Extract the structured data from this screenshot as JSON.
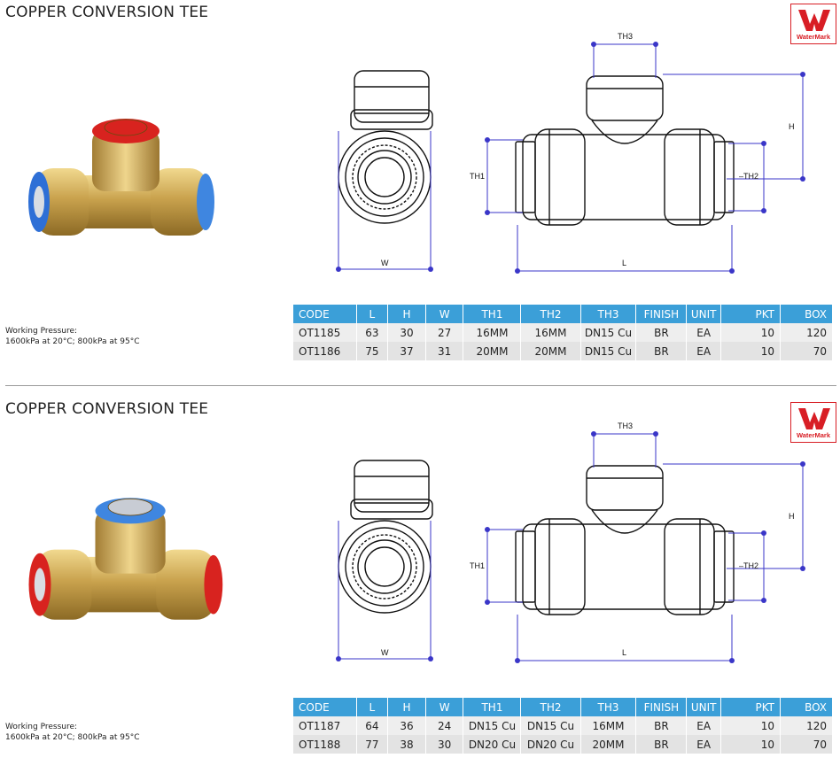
{
  "sections": [
    {
      "title": "COPPER CONVERSION TEE",
      "logo_text": "WaterMark",
      "pressure_label": "Working Pressure:",
      "pressure_value": "1600kPa at 20°C; 800kPa at 95°C",
      "dimension_labels": {
        "th3": "TH3",
        "h": "H",
        "th1": "TH1",
        "th2": "TH2",
        "w": "W",
        "l": "L"
      },
      "photo_colors": {
        "top_ring": "#d8231f",
        "left_ring": "#2e6fd6",
        "right_ring": "#3f86e0"
      },
      "columns": [
        "CODE",
        "L",
        "H",
        "W",
        "TH1",
        "TH2",
        "TH3",
        "FINISH",
        "UNIT",
        "PKT",
        "BOX"
      ],
      "rows": [
        [
          "OT1185",
          "63",
          "30",
          "27",
          "16MM",
          "16MM",
          "DN15 Cu",
          "BR",
          "EA",
          "10",
          "120"
        ],
        [
          "OT1186",
          "75",
          "37",
          "31",
          "20MM",
          "20MM",
          "DN15 Cu",
          "BR",
          "EA",
          "10",
          "70"
        ]
      ]
    },
    {
      "title": "COPPER CONVERSION TEE",
      "logo_text": "WaterMark",
      "pressure_label": "Working Pressure:",
      "pressure_value": "1600kPa at 20°C; 800kPa at 95°C",
      "dimension_labels": {
        "th3": "TH3",
        "h": "H",
        "th1": "TH1",
        "th2": "TH2",
        "w": "W",
        "l": "L"
      },
      "photo_colors": {
        "top_ring": "#3f86e0",
        "left_ring": "#d8231f",
        "right_ring": "#d8231f"
      },
      "columns": [
        "CODE",
        "L",
        "H",
        "W",
        "TH1",
        "TH2",
        "TH3",
        "FINISH",
        "UNIT",
        "PKT",
        "BOX"
      ],
      "rows": [
        [
          "OT1187",
          "64",
          "36",
          "24",
          "DN15 Cu",
          "DN15 Cu",
          "16MM",
          "BR",
          "EA",
          "10",
          "120"
        ],
        [
          "OT1188",
          "77",
          "38",
          "30",
          "DN20 Cu",
          "DN20 Cu",
          "20MM",
          "BR",
          "EA",
          "10",
          "70"
        ]
      ]
    }
  ],
  "colors": {
    "header_blue": "#3b9fd8",
    "dimension_line": "#3a36c8",
    "logo_red": "#d81e25"
  }
}
